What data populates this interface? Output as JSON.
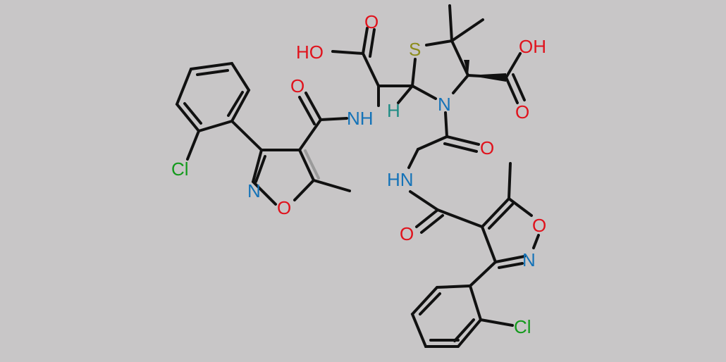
{
  "colors": {
    "background": "#c8c6c7",
    "bond": "#111111",
    "oxygen": "#e0121c",
    "nitrogen": "#1573b8",
    "sulfur": "#8c8c1a",
    "chlorine": "#139a1c",
    "hydrogen": "#1f8c85"
  },
  "atoms": {
    "cooh1_oh": "HO",
    "cooh1_o": "O",
    "amide1_o": "O",
    "amide1_nh": "NH",
    "ring_h": "H",
    "sulfur": "S",
    "ring_n": "N",
    "cooh2_oh": "OH",
    "cooh2_o": "O",
    "acyl_o": "O",
    "gly_hn": "HN",
    "amide2_o": "O",
    "iso1_n": "N",
    "iso1_o": "O",
    "cl1": "Cl",
    "iso2_o": "O",
    "iso2_n": "N",
    "cl2": "Cl"
  }
}
